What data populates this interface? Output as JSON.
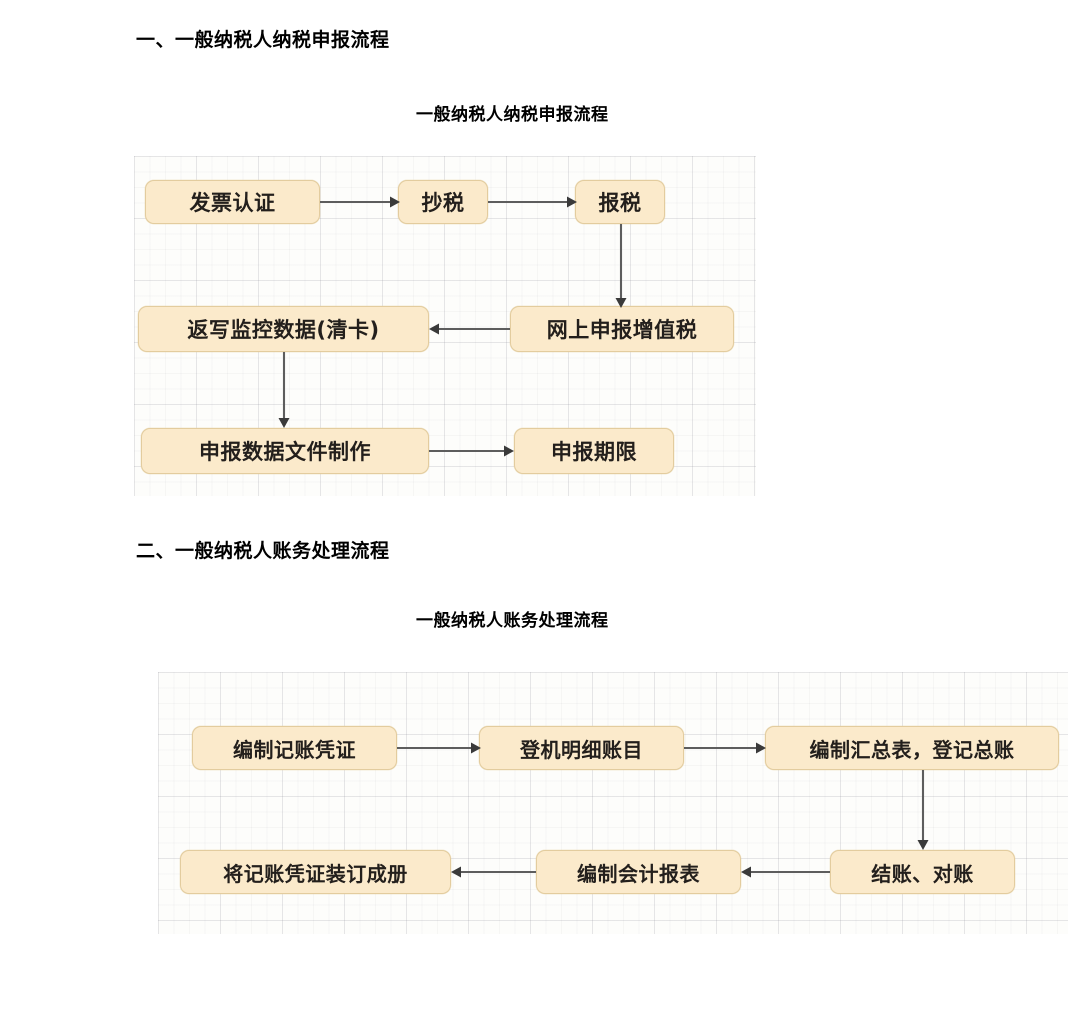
{
  "document": {
    "section1": {
      "heading": "一、一般纳税人纳税申报流程",
      "chart_title": "一般纳税人纳税申报流程"
    },
    "section2": {
      "heading": "二、一般纳税人账务处理流程",
      "chart_title": "一般纳税人账务处理流程"
    }
  },
  "colors": {
    "node_fill": "#fbeacb",
    "node_border": "#e3cc9e",
    "node_text": "#231f1c",
    "connector": "#5d5d5d",
    "arrowhead": "#3a3a3a",
    "canvas_background": "#fdfdfb",
    "grid_line": "#78788722"
  },
  "chart_data": [
    {
      "type": "diagram",
      "title": "一般纳税人纳税申报流程",
      "nodes": [
        {
          "id": "n1",
          "label": "发票认证"
        },
        {
          "id": "n2",
          "label": "抄税"
        },
        {
          "id": "n3",
          "label": "报税"
        },
        {
          "id": "n4",
          "label": "网上申报增值税"
        },
        {
          "id": "n5",
          "label": "返写监控数据(清卡)"
        },
        {
          "id": "n6",
          "label": "申报数据文件制作"
        },
        {
          "id": "n7",
          "label": "申报期限"
        }
      ],
      "edges": [
        {
          "from": "n1",
          "to": "n2",
          "direction": "right"
        },
        {
          "from": "n2",
          "to": "n3",
          "direction": "right"
        },
        {
          "from": "n3",
          "to": "n4",
          "direction": "down"
        },
        {
          "from": "n4",
          "to": "n5",
          "direction": "left"
        },
        {
          "from": "n5",
          "to": "n6",
          "direction": "down"
        },
        {
          "from": "n6",
          "to": "n7",
          "direction": "right"
        }
      ]
    },
    {
      "type": "diagram",
      "title": "一般纳税人账务处理流程",
      "nodes": [
        {
          "id": "m1",
          "label": "编制记账凭证"
        },
        {
          "id": "m2",
          "label": "登机明细账目"
        },
        {
          "id": "m3",
          "label": "编制汇总表，登记总账"
        },
        {
          "id": "m4",
          "label": "结账、对账"
        },
        {
          "id": "m5",
          "label": "编制会计报表"
        },
        {
          "id": "m6",
          "label": "将记账凭证装订成册"
        }
      ],
      "edges": [
        {
          "from": "m1",
          "to": "m2",
          "direction": "right"
        },
        {
          "from": "m2",
          "to": "m3",
          "direction": "right"
        },
        {
          "from": "m3",
          "to": "m4",
          "direction": "down"
        },
        {
          "from": "m4",
          "to": "m5",
          "direction": "left"
        },
        {
          "from": "m5",
          "to": "m6",
          "direction": "left"
        }
      ]
    }
  ]
}
